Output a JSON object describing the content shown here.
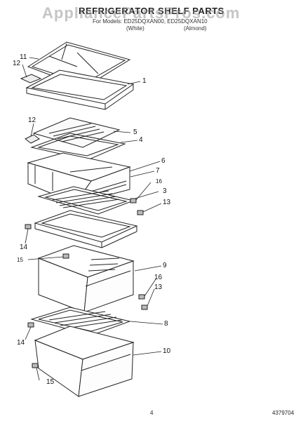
{
  "header": {
    "title": "REFRIGERATOR SHELF PARTS",
    "watermark": "AppliancePartsPros.com",
    "subline": "For Models: ED25DQXAN00, ED25DQXAN10",
    "variant_left": "(White)",
    "variant_right": "(Almond)"
  },
  "callouts": {
    "c11": "11",
    "c12a": "12",
    "c1": "1",
    "c12b": "12",
    "c5": "5",
    "c4": "4",
    "c6": "6",
    "c7": "7",
    "c16a": "16",
    "c3": "3",
    "c13a": "13",
    "c14a": "14",
    "c15a": "15",
    "c9": "9",
    "c16b": "16",
    "c13b": "13",
    "c8": "8",
    "c14b": "14",
    "c10": "10",
    "c15b": "15"
  },
  "footer": {
    "page_number": "4",
    "doc_number": "4379704"
  }
}
